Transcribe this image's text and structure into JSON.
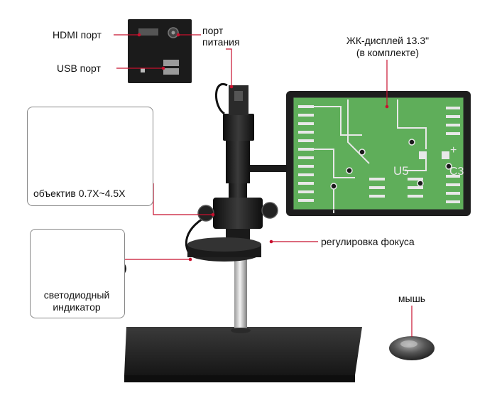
{
  "labels": {
    "hdmi_port": "HDMI порт",
    "power_port_line1": "порт",
    "power_port_line2": "питания",
    "usb_port": "USB порт",
    "lcd_line1": "ЖК-дисплей 13.3\"",
    "lcd_line2": "(в комплекте)",
    "lens": "объектив 0.7X~4.5X",
    "focus": "регулировка фокуса",
    "led_line1": "светодиодный",
    "led_line2": "индикатор",
    "mouse": "мышь"
  },
  "board_marks": {
    "u5": "U5",
    "c3": "C3",
    "plus": "+"
  },
  "colors": {
    "leader_line": "#c8102e",
    "pcb_green": "#5fae5a",
    "frame_dark": "#1e1e1e",
    "led_blue": "#8fb6ff"
  }
}
